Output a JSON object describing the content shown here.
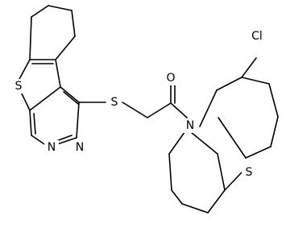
{
  "molecule": {
    "atoms": {
      "s_thiophene": "S",
      "n_pyrimidine_upper": "N",
      "n_pyrimidine_lower": "N",
      "s_thioether": "S",
      "o_carbonyl": "O",
      "n_phenothiazine": "N",
      "s_phenothiazine": "S",
      "cl": "Cl"
    },
    "colors": {
      "bond": "#000000",
      "label": "#000000",
      "background": "#ffffff"
    }
  }
}
